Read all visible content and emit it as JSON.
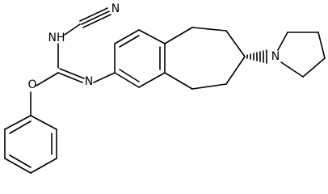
{
  "molecule": {
    "atoms": {
      "N_top": "N",
      "NH": "NH",
      "O": "O",
      "N_imine": "N",
      "N_pyrrolidine": "N"
    },
    "colors": {
      "bond": "#000000",
      "label": "#000000",
      "background": "#ffffff"
    }
  }
}
